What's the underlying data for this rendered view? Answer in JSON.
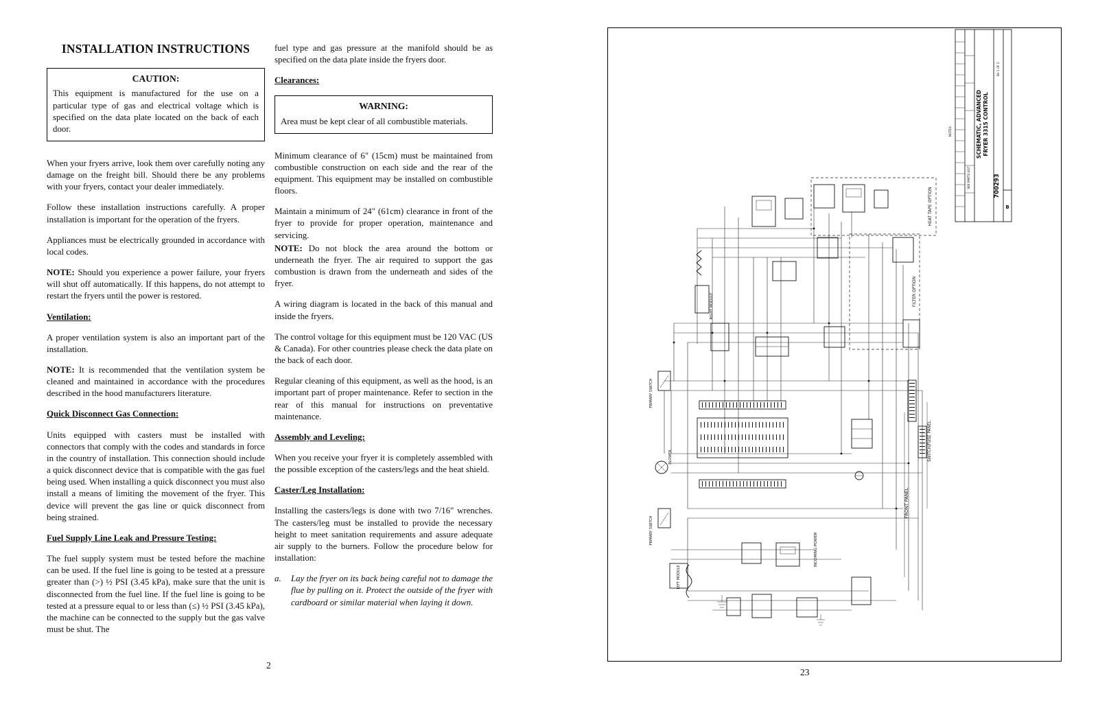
{
  "page_left": {
    "number": "2",
    "title": "INSTALLATION INSTRUCTIONS",
    "caution": {
      "heading": "CAUTION:",
      "body": "This equipment is manufactured for the use on a particular type of gas and electrical voltage which is specified on the data plate located on the back of each door."
    },
    "c1p1": "When your fryers arrive, look them over carefully noting any damage on the freight bill.  Should there be any problems with your fryers, contact your dealer immediately.",
    "c1p2": "Follow these installation instructions carefully. A proper installation is important for the operation of the fryers.",
    "c1p3": "Appliances must be electrically grounded in accordance with local codes.",
    "c1n1_label": "NOTE:",
    "c1n1_text": " Should you experience a power failure, your fryers will shut off automatically. If this happens, do not attempt to restart the fryers until the power is restored.",
    "h_ventilation": "Ventilation:",
    "c1p4": "A proper ventilation system is also an important part of the installation.",
    "c1n2_label": "NOTE:",
    "c1n2_text": " It is recommended that the ventilation system be cleaned and maintained in accordance with the procedures described in the hood manufacturers literature.",
    "h_quick_disconnect": "Quick Disconnect Gas Connection:",
    "c1p5": "Units equipped with casters must be installed with connectors that comply with the codes and standards in force in the country of installation.  This connection should include a quick disconnect device that is compatible with the gas fuel being used.  When installing a quick disconnect you must also install a means of limiting the movement of the fryer. This device will prevent the gas line or quick disconnect from being strained.",
    "h_fuel_supply": "Fuel Supply Line Leak and Pressure Testing:",
    "c1p6": "The fuel supply system must be tested before the machine can be used. If the fuel line is going to be tested at a pressure greater than (>) ½ PSI (3.45 kPa), make sure that the unit is disconnected from the fuel line. If the fuel line is going to be tested at a pressure equal to or less than (≤) ½ PSI (3.45 kPa), the machine can be connected to the supply but the gas valve must be shut.  The",
    "c2p0": "fuel type and gas pressure at the manifold should be as specified on the data plate inside the fryers door.",
    "h_clearances": "Clearances:",
    "warning": {
      "heading": "WARNING:",
      "body": "Area must be kept clear of all combustible materials."
    },
    "c2p1": "Minimum clearance of 6\" (15cm) must be maintained from combustible construction on each side and the rear of the equipment. This equipment may be installed on combustible floors.",
    "c2p2": "Maintain a minimum of 24\" (61cm) clearance in front of the fryer to provide for proper operation, maintenance and servicing.",
    "c2n1_label": "NOTE:",
    "c2n1_text": " Do not block the area around the bottom or underneath the fryer. The air required to support the gas combustion is drawn from the underneath and sides of the fryer.",
    "c2p3": "A wiring diagram is located in the back of this manual and inside the fryers.",
    "c2p4": "The control voltage for this equipment must be 120 VAC (US & Canada). For other countries please check the data plate on the back of each door.",
    "c2p5": "Regular cleaning of this equipment, as well as the hood, is an important part of proper maintenance. Refer to section in the rear of this manual for instructions on preventative maintenance.",
    "h_assembly": "Assembly and Leveling:",
    "c2p6": "When you receive your fryer it is completely assembled with the possible exception of the casters/legs and the heat shield.",
    "h_caster": "Caster/Leg Installation:",
    "c2p7": "Installing the casters/legs is done with two 7/16\" wrenches. The casters/leg must be installed to provide the necessary height to meet sanitation requirements and assure adequate air supply to the burners. Follow the procedure below for installation:",
    "c2item_a_label": "a.",
    "c2item_a_text": "Lay the fryer on its back being careful not to damage the flue by pulling on it. Protect the outside of the fryer with cardboard or similar material when laying it down."
  },
  "page_right": {
    "number": "23",
    "schematic": {
      "title_line1": "SCHEMATIC, ADVANCED",
      "title_line2": "FRYER 3315 CONTROL",
      "drawing_number": "700293",
      "revision": "B",
      "sheet": "SH 1 OF 2",
      "see_parts_list": "SEE PARTS LIST",
      "notes": "NOTES:",
      "labels": {
        "heat_tape_option": "HEAT TAPE OPTION",
        "filter_option": "FILTER OPTION",
        "front_panel": "FRONT PANEL",
        "switch_fuse_panel": "SWITCH/FUSE PANEL",
        "primary_switch_top": "PRIMARY SWITCH",
        "primary_switch_bottom": "PRIMARY SWITCH",
        "blower": "BLOWER",
        "left_module": "LEFT MODULE",
        "right_module": "RIGHT MODULE",
        "incoming_power": "INCOMING POWER"
      }
    }
  }
}
